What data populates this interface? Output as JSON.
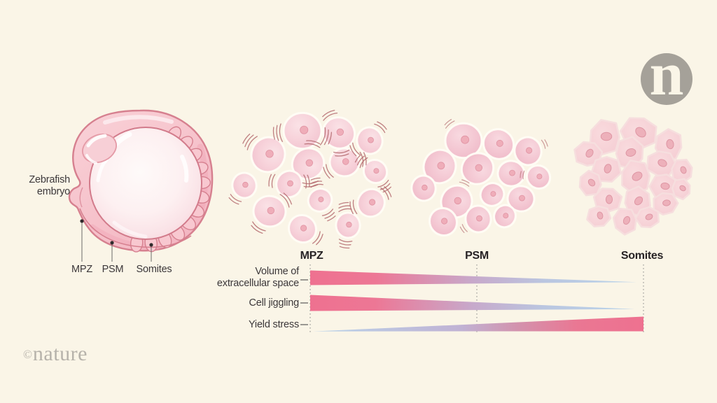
{
  "logo": {
    "letter": "n"
  },
  "footer": {
    "copyright": "©",
    "brand": "nature"
  },
  "embryo": {
    "label": [
      "Zebrafish",
      "embryo"
    ],
    "parts": [
      {
        "label": "MPZ"
      },
      {
        "label": "PSM"
      },
      {
        "label": "Somites"
      }
    ]
  },
  "stages": [
    {
      "label": "MPZ"
    },
    {
      "label": "PSM"
    },
    {
      "label": "Somites"
    }
  ],
  "properties": [
    {
      "label": [
        "Volume of",
        "extracellular space"
      ],
      "trend": "high_to_low"
    },
    {
      "label": [
        "Cell jiggling"
      ],
      "trend": "high_to_low"
    },
    {
      "label": [
        "Yield stress"
      ],
      "trend": "low_to_high"
    }
  ],
  "colors": {
    "high": "#ee7190",
    "mid": "#c7a9cb",
    "low": "#b9d4ea"
  }
}
